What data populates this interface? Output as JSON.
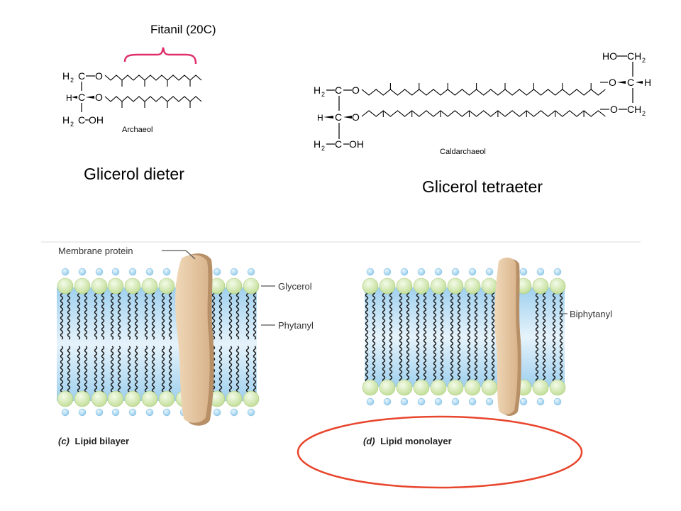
{
  "top": {
    "fitanil_label": "Fitanil (20C)",
    "archaeol_label": "Archaeol",
    "caldarchaeol_label": "Caldarchaeol",
    "dieter_caption": "Glicerol dieter",
    "tetraeter_caption": "Glicerol tetraeter",
    "atoms": {
      "h2c": "H",
      "two": "2",
      "c": "C",
      "o": "O",
      "h": "H",
      "oh": "OH",
      "ho": "HO",
      "ch": "CH"
    }
  },
  "bottom": {
    "membrane_protein_label": "Membrane protein",
    "glycerol_label": "Glycerol",
    "phytanyl_label": "Phytanyl",
    "biphytanyl_label": "Biphytanyl",
    "bilayer_caption_letter": "(c)",
    "bilayer_caption_text": "Lipid bilayer",
    "monolayer_caption_letter": "(d)",
    "monolayer_caption_text": "Lipid monolayer"
  },
  "colors": {
    "brace": "#e0306a",
    "ellipse": "#e8452c",
    "head_green": "#d6ecb4",
    "head_blue": "#a9d8f2",
    "membrane_blue": "#bfe0f3",
    "protein": "#e7c9a4",
    "protein_dark": "#b08a62"
  }
}
